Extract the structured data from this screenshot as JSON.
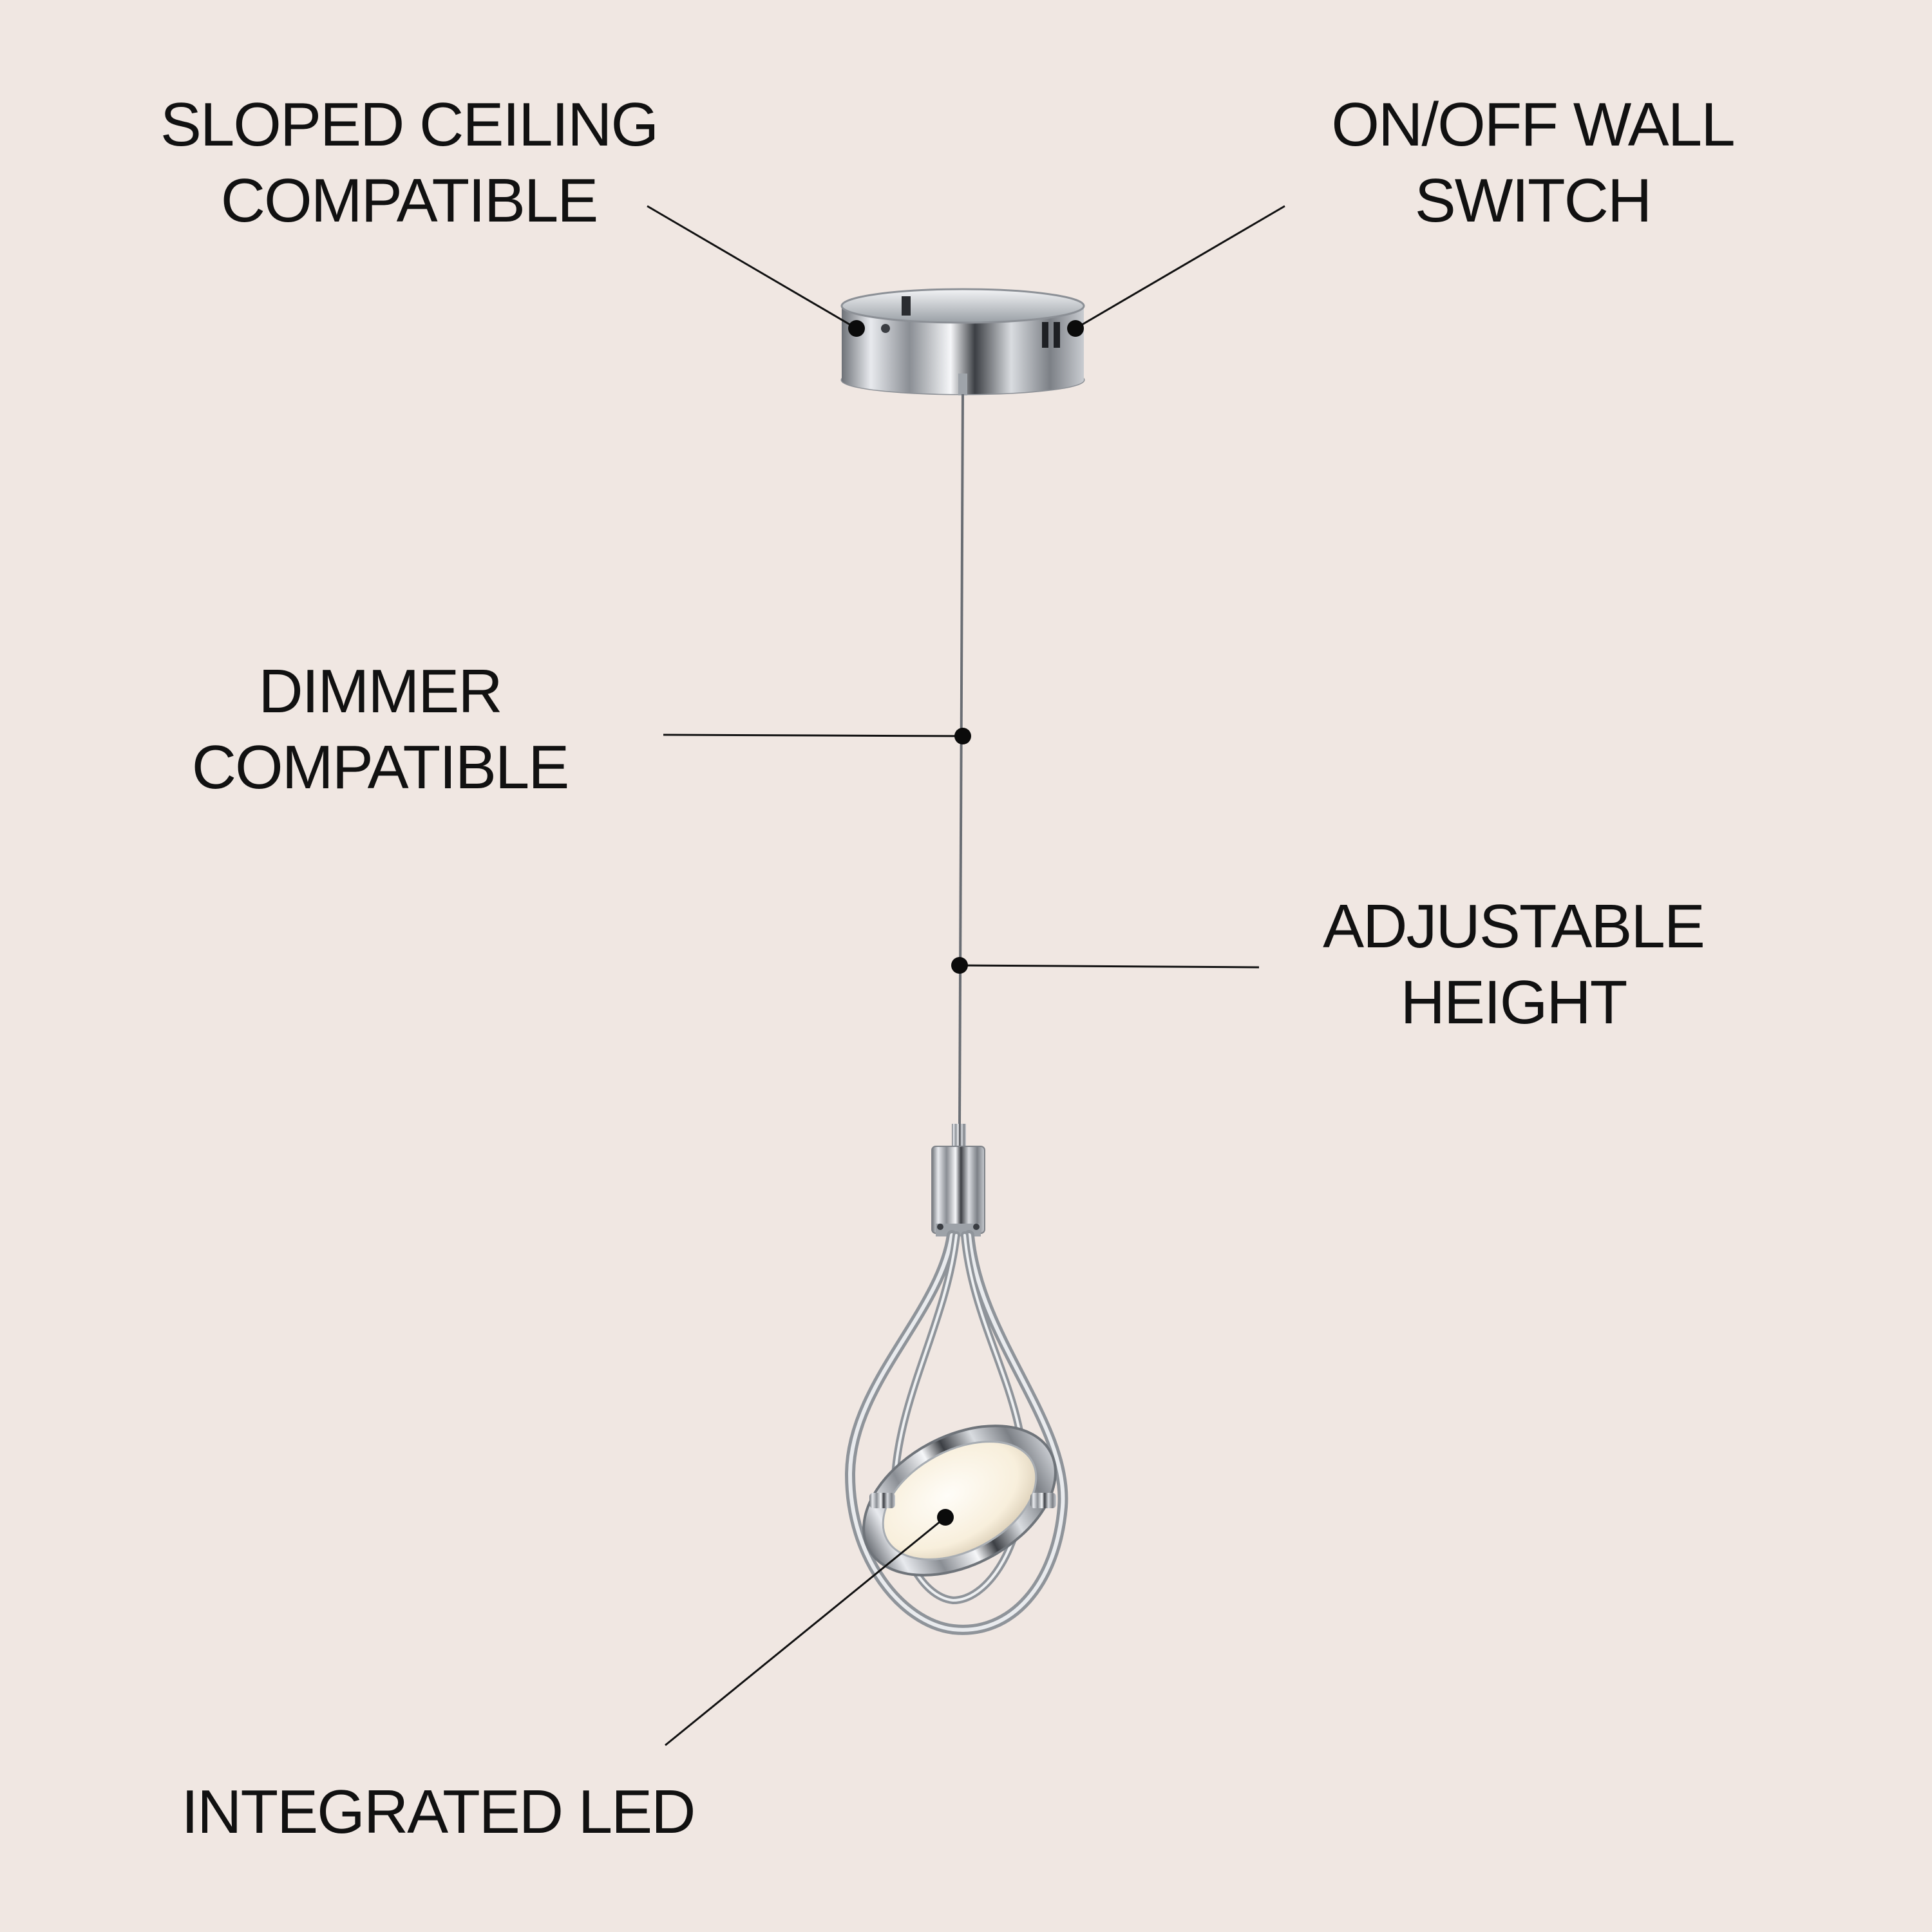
{
  "features": {
    "sloped_ceiling": {
      "line1": "SLOPED CEILING",
      "line2": "COMPATIBLE"
    },
    "wall_switch": {
      "line1": "ON/OFF WALL",
      "line2": "SWITCH"
    },
    "dimmer": {
      "line1": "DIMMER",
      "line2": "COMPATIBLE"
    },
    "adjustable_height": {
      "line1": "ADJUSTABLE",
      "line2": "HEIGHT"
    },
    "integrated_led": {
      "line1": "INTEGRATED LED"
    }
  },
  "colors": {
    "background": "#f0e7e2",
    "text": "#111111",
    "chrome": "#b8bcc2",
    "led": "#fbf4e6"
  }
}
